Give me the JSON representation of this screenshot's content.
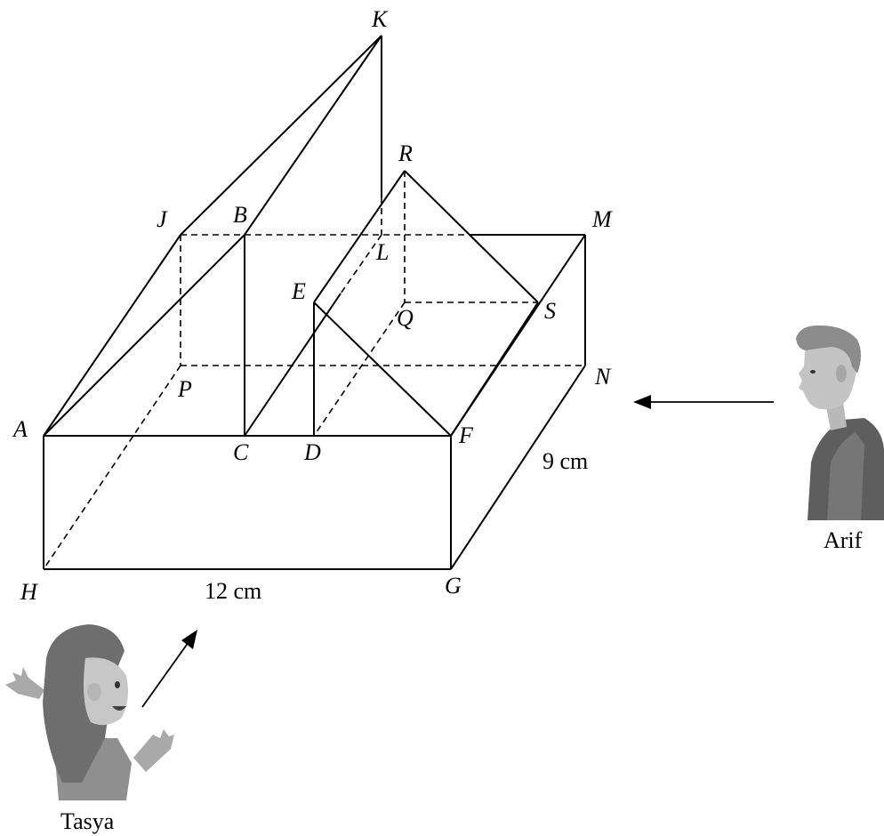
{
  "vertices": {
    "A": "A",
    "B": "B",
    "C": "C",
    "D": "D",
    "E": "E",
    "F": "F",
    "G": "G",
    "H": "H",
    "J": "J",
    "K": "K",
    "L": "L",
    "M": "M",
    "N": "N",
    "P": "P",
    "Q": "Q",
    "R": "R",
    "S": "S"
  },
  "dimensions": {
    "length": "12 cm",
    "width": "9 cm"
  },
  "observers": {
    "arif": "Arif",
    "tasya": "Tasya"
  }
}
